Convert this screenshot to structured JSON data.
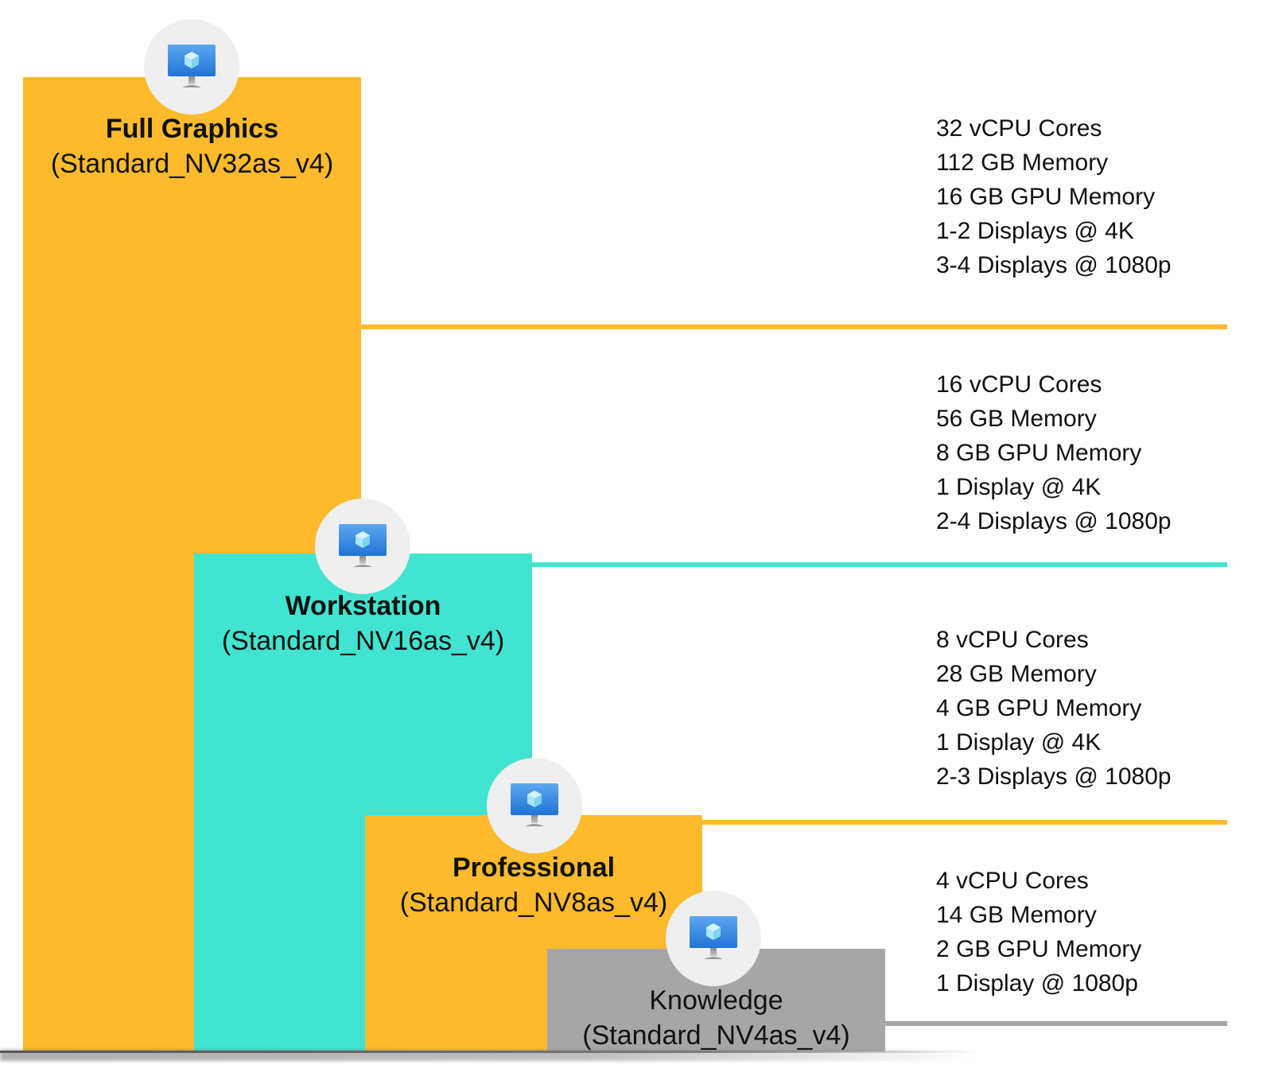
{
  "colors": {
    "gold": "#FDBA2C",
    "teal": "#40E4D0",
    "gray": "#A6A6A6",
    "icon_bg": "#EFEFEF",
    "monitor_blue": "#2F86E0"
  },
  "icon": "virtual-machine-monitor-icon",
  "tiers": [
    {
      "name": "Full Graphics",
      "sku": "(Standard_NV32as_v4)",
      "color": "gold",
      "specs": [
        "32 vCPU Cores",
        "112 GB Memory",
        "16 GB GPU Memory",
        "1-2 Displays @ 4K",
        "3-4 Displays @ 1080p"
      ]
    },
    {
      "name": "Workstation",
      "sku": "(Standard_NV16as_v4)",
      "color": "teal",
      "specs": [
        "16 vCPU Cores",
        "56 GB Memory",
        "8 GB GPU Memory",
        "1 Display @ 4K",
        "2-4 Displays @ 1080p"
      ]
    },
    {
      "name": "Professional",
      "sku": "(Standard_NV8as_v4)",
      "color": "gold",
      "specs": [
        "8 vCPU Cores",
        "28 GB Memory",
        "4 GB GPU Memory",
        "1 Display @ 4K",
        "2-3 Displays @ 1080p"
      ]
    },
    {
      "name": "Knowledge",
      "sku": "(Standard_NV4as_v4)",
      "color": "gray",
      "specs": [
        "4 vCPU Cores",
        "14 GB Memory",
        "2 GB GPU Memory",
        "1 Display @ 1080p"
      ]
    }
  ]
}
